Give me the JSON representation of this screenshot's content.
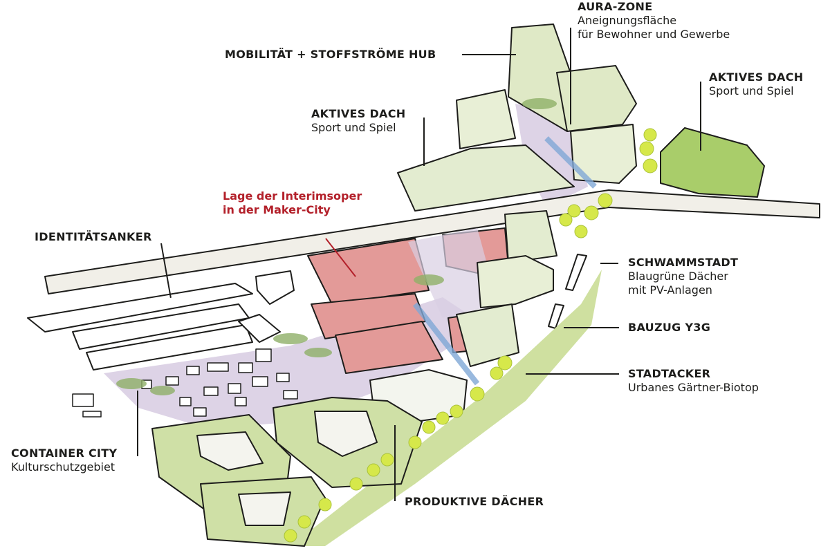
{
  "labels": {
    "aura_zone": {
      "title": "AURA-ZONE",
      "line1": "Aneignungsfläche",
      "line2": "für Bewohner und Gewerbe"
    },
    "mobility_hub": {
      "title": "MOBILITÄT + STOFFSTRÖME HUB"
    },
    "active_roof_left": {
      "title": "AKTIVES DACH",
      "line1": "Sport und Spiel"
    },
    "active_roof_right": {
      "title": "AKTIVES DACH",
      "line1": "Sport und Spiel"
    },
    "interim_opera": {
      "line1": "Lage der Interimsoper",
      "line2": "in der Maker-City"
    },
    "identity_anchor": {
      "title": "IDENTITÄTSANKER"
    },
    "sponge_city": {
      "title": "SCHWAMMSTADT",
      "line1": "Blaugrüne Dächer",
      "line2": "mit PV-Anlagen"
    },
    "construction_train": {
      "title": "BAUZUG Y3G"
    },
    "city_field": {
      "title": "STADTACKER",
      "line1": "Urbanes Gärtner-Biotop"
    },
    "container_city": {
      "title": "CONTAINER CITY",
      "line1": "Kulturschutzgebiet"
    },
    "productive_roofs": {
      "title": "PRODUKTIVE DÄCHER"
    }
  },
  "colors": {
    "opera_red": "#e39a98",
    "green_roof": "#c9dca2",
    "tree_yellow": "#d6e84a",
    "plaza_purple": "#d9cfe3",
    "label_red": "#b3202a"
  }
}
